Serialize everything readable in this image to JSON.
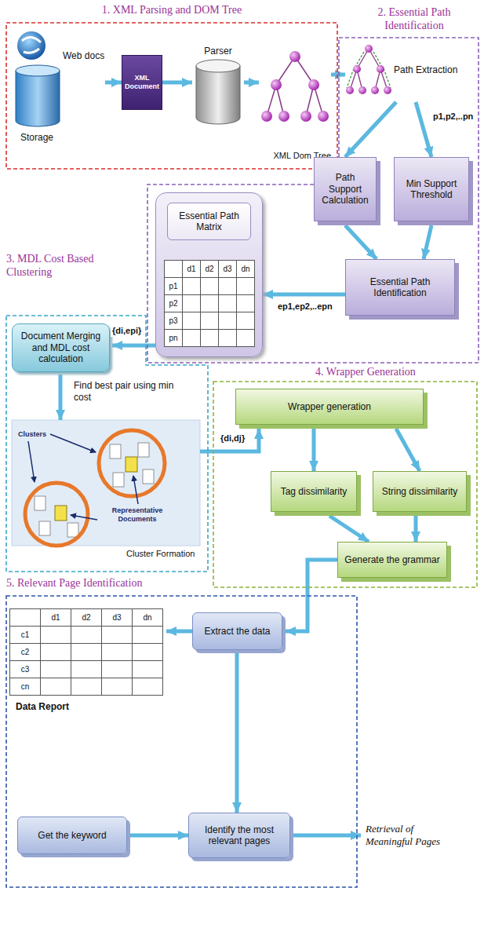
{
  "diagram": {
    "nodes": [
      {
        "text": [
          "1. XML Parsing and DOM Tree"
        ]
      },
      {
        "text": [
          "Web docs",
          "Storage"
        ],
        "in": 0
      },
      {
        "text": [
          "XML Document"
        ],
        "in": 0
      },
      {
        "text": [
          "Parser"
        ],
        "in": 0
      },
      {
        "text": [
          "XML Dom Tree"
        ],
        "in": 0
      },
      {
        "text": [
          "2. Essential Path Identification"
        ]
      },
      {
        "text": [
          "Path Extraction"
        ],
        "in": 5
      },
      {
        "text": [
          "Path Support Calculation"
        ],
        "in": 5
      },
      {
        "text": [
          "Min Support Threshold"
        ],
        "in": 5
      },
      {
        "text": [
          "Essential Path Identification"
        ],
        "in": 5
      },
      {
        "text": [
          "Essential Path Matrix"
        ],
        "in": 5
      },
      {
        "text": [
          "3. MDL Cost Based Clustering"
        ]
      },
      {
        "text": [
          "Document Merging and MDL cost calculation"
        ],
        "in": 11
      },
      {
        "text": [
          "Clusters",
          "Representative Documents",
          "Cluster Formation"
        ],
        "in": 11
      },
      {
        "text": [
          "4. Wrapper Generation"
        ]
      },
      {
        "text": [
          "Wrapper generation"
        ],
        "in": 14
      },
      {
        "text": [
          "Tag dissimilarity"
        ],
        "in": 14
      },
      {
        "text": [
          "String dissimilarity"
        ],
        "in": 14
      },
      {
        "text": [
          "Generate the grammar"
        ],
        "in": 14
      },
      {
        "text": [
          "5. Relevant Page Identification"
        ]
      },
      {
        "text": [
          "Data Report"
        ],
        "in": 19
      },
      {
        "text": [
          "Extract the data"
        ],
        "in": 19
      },
      {
        "text": [
          "Get the keyword"
        ],
        "in": 19
      },
      {
        "text": [
          "Identify the most relevant pages"
        ],
        "in": 19
      }
    ],
    "edges": [
      {
        "from": 1,
        "to": 2,
        "arrow": "to"
      },
      {
        "from": 2,
        "to": 3,
        "arrow": "to"
      },
      {
        "from": 3,
        "to": 4,
        "arrow": "to"
      },
      {
        "from": 4,
        "to": 6,
        "arrow": "to"
      },
      {
        "from": 6,
        "to": 7,
        "arrow": "to"
      },
      {
        "from": 6,
        "to": 8,
        "label": "p1,p2,..pn",
        "arrow": "to"
      },
      {
        "from": 7,
        "to": 9,
        "arrow": "to"
      },
      {
        "from": 8,
        "to": 9,
        "arrow": "to"
      },
      {
        "from": 9,
        "to": 10,
        "label": "ep1,ep2,..epn",
        "arrow": "to"
      },
      {
        "from": 10,
        "to": 12,
        "label": "{di,epi}",
        "arrow": "to"
      },
      {
        "from": 12,
        "to": 13,
        "label": "Find best pair using min cost",
        "arrow": "to"
      },
      {
        "from": 13,
        "to": 15,
        "label": "{di,dj}",
        "arrow": "to"
      },
      {
        "from": 15,
        "to": 16,
        "arrow": "to"
      },
      {
        "from": 15,
        "to": 17,
        "arrow": "to"
      },
      {
        "from": 16,
        "to": 18,
        "arrow": "to"
      },
      {
        "from": 17,
        "to": 18,
        "arrow": "to"
      },
      {
        "from": 18,
        "to": 21,
        "arrow": "to"
      },
      {
        "from": 21,
        "to": 20,
        "arrow": "to"
      },
      {
        "from": 21,
        "to": 23,
        "arrow": "to"
      },
      {
        "from": 22,
        "to": 23,
        "arrow": "to"
      }
    ],
    "labels": [
      "d1",
      "d2",
      "d3",
      "dn",
      "p1",
      "p2",
      "p3",
      "pn",
      "d1",
      "d2",
      "d3",
      "dn",
      "c1",
      "c2",
      "c3",
      "cn",
      "Retrieval of Meaningful Pages"
    ]
  }
}
